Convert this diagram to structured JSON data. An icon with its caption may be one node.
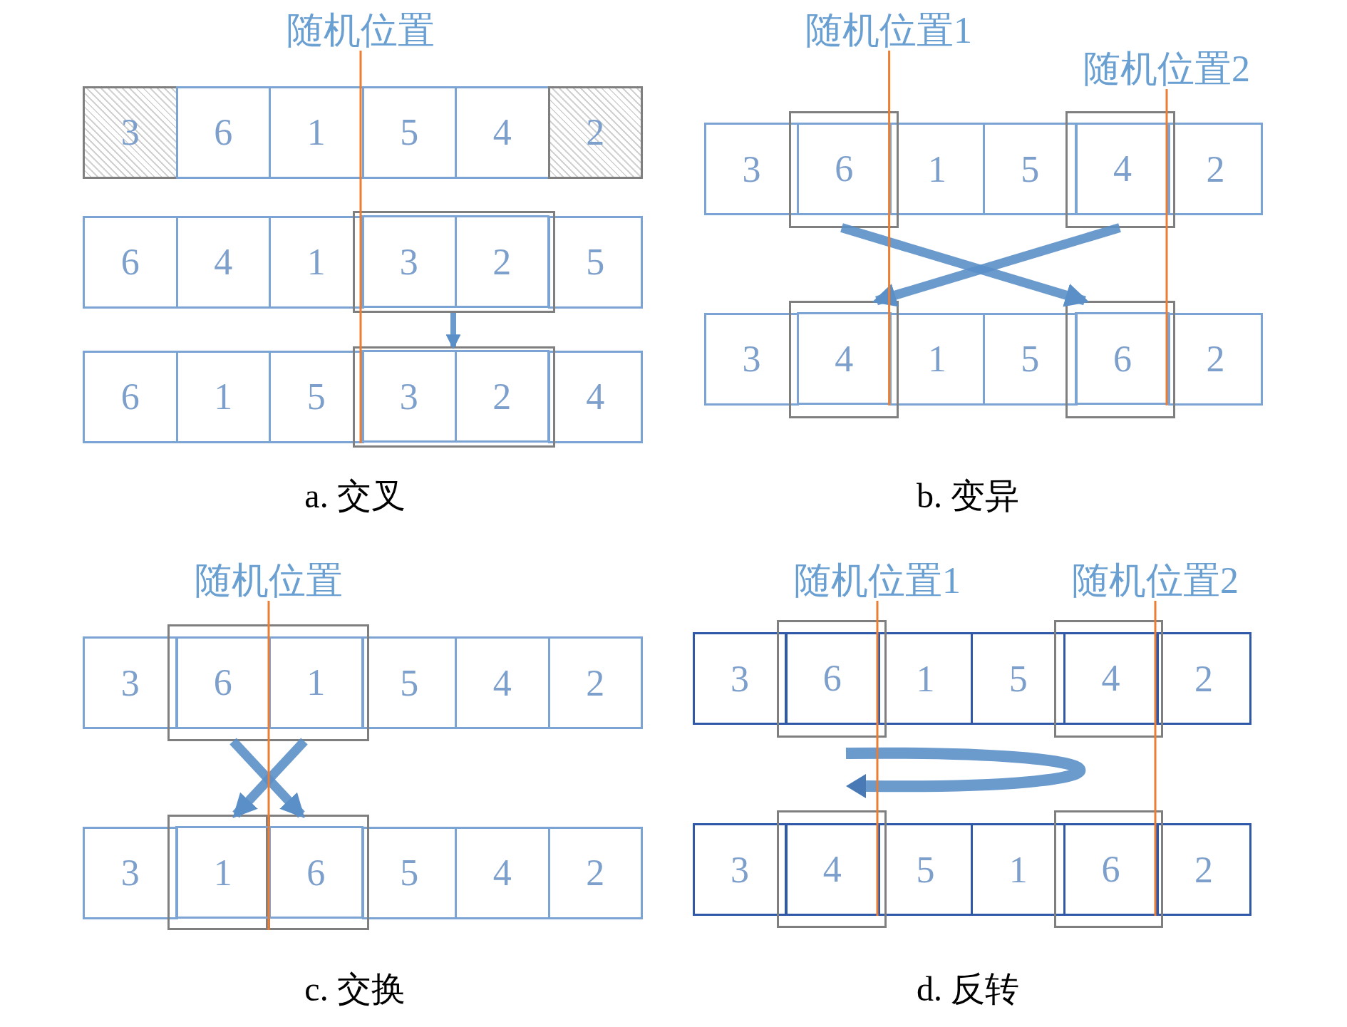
{
  "diagram": {
    "nodes": [
      {
        "text": [
          "3"
        ]
      },
      {
        "text": [
          "6"
        ]
      },
      {
        "text": [
          "1"
        ]
      },
      {
        "text": [
          "5"
        ]
      },
      {
        "text": [
          "4"
        ]
      },
      {
        "text": [
          "2"
        ]
      },
      {
        "text": [],
        "shape": "box"
      },
      {
        "text": [
          "6"
        ]
      },
      {
        "text": [
          "4"
        ]
      },
      {
        "text": [
          "1"
        ]
      },
      {
        "text": [
          "3"
        ],
        "in": 6
      },
      {
        "text": [
          "2"
        ],
        "in": 6
      },
      {
        "text": [
          "5"
        ]
      },
      {
        "text": [],
        "shape": "box"
      },
      {
        "text": [
          "6"
        ]
      },
      {
        "text": [
          "1"
        ]
      },
      {
        "text": [
          "5"
        ]
      },
      {
        "text": [
          "3"
        ],
        "in": 13
      },
      {
        "text": [
          "2"
        ],
        "in": 13
      },
      {
        "text": [
          "4"
        ]
      },
      {
        "text": [],
        "shape": "box"
      },
      {
        "text": [],
        "shape": "box"
      },
      {
        "text": [
          "3"
        ]
      },
      {
        "text": [
          "6"
        ],
        "in": 20
      },
      {
        "text": [
          "1"
        ]
      },
      {
        "text": [
          "5"
        ]
      },
      {
        "text": [
          "4"
        ],
        "in": 21
      },
      {
        "text": [
          "2"
        ]
      },
      {
        "text": [],
        "shape": "box"
      },
      {
        "text": [],
        "shape": "box"
      },
      {
        "text": [
          "3"
        ]
      },
      {
        "text": [
          "4"
        ],
        "in": 28
      },
      {
        "text": [
          "1"
        ]
      },
      {
        "text": [
          "5"
        ]
      },
      {
        "text": [
          "6"
        ],
        "in": 29
      },
      {
        "text": [
          "2"
        ]
      },
      {
        "text": [],
        "shape": "box"
      },
      {
        "text": [
          "3"
        ]
      },
      {
        "text": [
          "6"
        ],
        "in": 36
      },
      {
        "text": [
          "1"
        ],
        "in": 36
      },
      {
        "text": [
          "5"
        ]
      },
      {
        "text": [
          "4"
        ]
      },
      {
        "text": [
          "2"
        ]
      },
      {
        "text": [],
        "shape": "box"
      },
      {
        "text": [],
        "shape": "box"
      },
      {
        "text": [
          "3"
        ]
      },
      {
        "text": [
          "1"
        ],
        "in": 43
      },
      {
        "text": [
          "6"
        ],
        "in": 44
      },
      {
        "text": [
          "5"
        ]
      },
      {
        "text": [
          "4"
        ]
      },
      {
        "text": [
          "2"
        ]
      },
      {
        "text": [],
        "shape": "box"
      },
      {
        "text": [],
        "shape": "box"
      },
      {
        "text": [
          "3"
        ]
      },
      {
        "text": [
          "6"
        ],
        "in": 51
      },
      {
        "text": [
          "1"
        ]
      },
      {
        "text": [
          "5"
        ]
      },
      {
        "text": [
          "4"
        ],
        "in": 52
      },
      {
        "text": [
          "2"
        ]
      },
      {
        "text": [],
        "shape": "box"
      },
      {
        "text": [],
        "shape": "box"
      },
      {
        "text": [
          "3"
        ]
      },
      {
        "text": [
          "4"
        ],
        "in": 59
      },
      {
        "text": [
          "5"
        ]
      },
      {
        "text": [
          "1"
        ]
      },
      {
        "text": [
          "6"
        ],
        "in": 60
      },
      {
        "text": [
          "2"
        ]
      },
      {
        "text": [
          "随机位置"
        ]
      },
      {
        "text": [
          "随机位置1"
        ]
      },
      {
        "text": [
          "随机位置2"
        ]
      },
      {
        "text": [
          "随机位置"
        ]
      },
      {
        "text": [
          "随机位置1"
        ]
      },
      {
        "text": [
          "随机位置2"
        ]
      }
    ],
    "edges": [
      {
        "from": 6,
        "to": 13,
        "arrow": "to",
        "style": "thick",
        "color": "#5b8fc8"
      },
      {
        "from": 20,
        "to": 29,
        "arrow": "to",
        "style": "thick",
        "color": "#5b8fc8"
      },
      {
        "from": 21,
        "to": 28,
        "arrow": "to",
        "style": "thick",
        "color": "#5b8fc8"
      },
      {
        "from": 36,
        "to": 44,
        "arrow": "to",
        "style": "thick",
        "color": "#5b8fc8"
      },
      {
        "from": 36,
        "to": 43,
        "arrow": "to",
        "style": "thick",
        "color": "#5b8fc8"
      },
      {
        "from": 67,
        "to": 16,
        "arrow": "none"
      },
      {
        "from": 68,
        "to": 32,
        "arrow": "none"
      },
      {
        "from": 69,
        "to": 34,
        "arrow": "none"
      },
      {
        "from": 70,
        "to": 43,
        "arrow": "none"
      },
      {
        "from": 71,
        "to": 63,
        "arrow": "none"
      },
      {
        "from": 72,
        "to": 65,
        "arrow": "none"
      }
    ],
    "labels": [
      "a. 交叉",
      "b. 变异",
      "c. 交换",
      "d. 反转"
    ]
  }
}
